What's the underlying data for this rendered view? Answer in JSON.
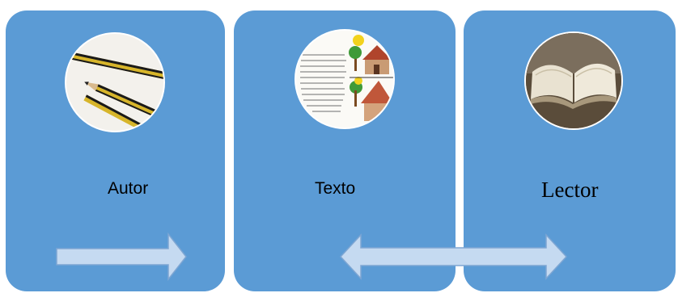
{
  "panels": [
    {
      "label": "Autor",
      "icon": "pencils-icon"
    },
    {
      "label": "Texto",
      "icon": "handwritten-text-drawing-icon"
    },
    {
      "label": "Lector",
      "icon": "open-book-icon"
    }
  ],
  "colors": {
    "panel_fill": "#5b9bd5",
    "arrow_fill": "#c5daf1",
    "arrow_stroke": "#7ea6d3",
    "circle_border": "#ffffff"
  },
  "arrows": [
    {
      "direction": "right",
      "from": "Autor",
      "to": "Texto"
    },
    {
      "direction": "both",
      "from": "Texto",
      "to": "Lector"
    }
  ]
}
